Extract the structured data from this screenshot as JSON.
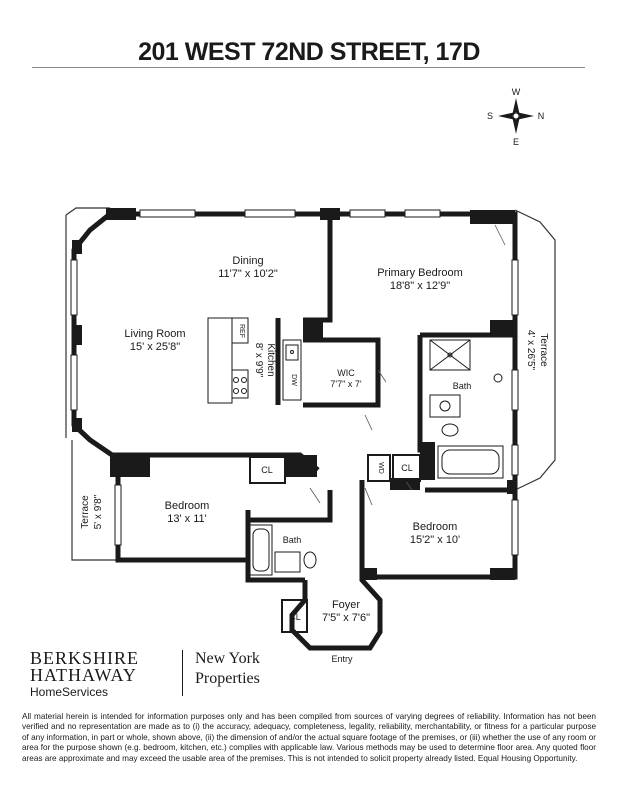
{
  "title": "201 WEST 72ND STREET, 17D",
  "compass": {
    "n": "N",
    "s": "S",
    "e": "E",
    "w": "W"
  },
  "rooms": {
    "dining": {
      "name": "Dining",
      "size": "11'7\" x 10'2\""
    },
    "primary_bedroom": {
      "name": "Primary Bedroom",
      "size": "18'8\" x 12'9\""
    },
    "living_room": {
      "name": "Living Room",
      "size": "15' x 25'8\""
    },
    "kitchen": {
      "name": "Kitchen",
      "size": "8' x 9'9\""
    },
    "terrace_east": {
      "name": "Terrace",
      "size": "4' x 26'5\""
    },
    "wic": {
      "name": "WIC",
      "size": "7'7\" x 7'"
    },
    "bath_primary": {
      "name": "Bath"
    },
    "bedroom_west": {
      "name": "Bedroom",
      "size": "13' x 11'"
    },
    "terrace_west": {
      "name": "Terrace",
      "size": "5' x 9'8\""
    },
    "bath_west": {
      "name": "Bath"
    },
    "bedroom_east": {
      "name": "Bedroom",
      "size": "15'2\" x 10'"
    },
    "foyer": {
      "name": "Foyer",
      "size": "7'5\" x 7'6\""
    }
  },
  "fixtures": {
    "ref": "REF",
    "dw": "DW",
    "wd": "WD",
    "cl": "CL",
    "entry": "Entry"
  },
  "logo": {
    "line1": "BERKSHIRE",
    "line2": "HATHAWAY",
    "line3": "HomeServices",
    "right1": "New York",
    "right2": "Properties"
  },
  "disclaimer": "All material herein is intended for information purposes only and has been compiled from sources of varying degrees of reliability. Information has not been verified and no representation are made as to (i) the accuracy, adequacy, completeness, legality, reliability, merchantability, or fitness for a particular purpose of any information, in part or whole, shown above, (ii) the dimension of and/or the actual square footage of the premises, or (iii) whether the use of any room or area for the purpose shown (e.g. bedroom, kitchen, etc.) complies with applicable law. Various methods may be used to determine floor area. Any quoted floor areas are approximate and may exceed the usable area of the premises. This is not intended to solicit property already listed. Equal Housing Opportunity."
}
